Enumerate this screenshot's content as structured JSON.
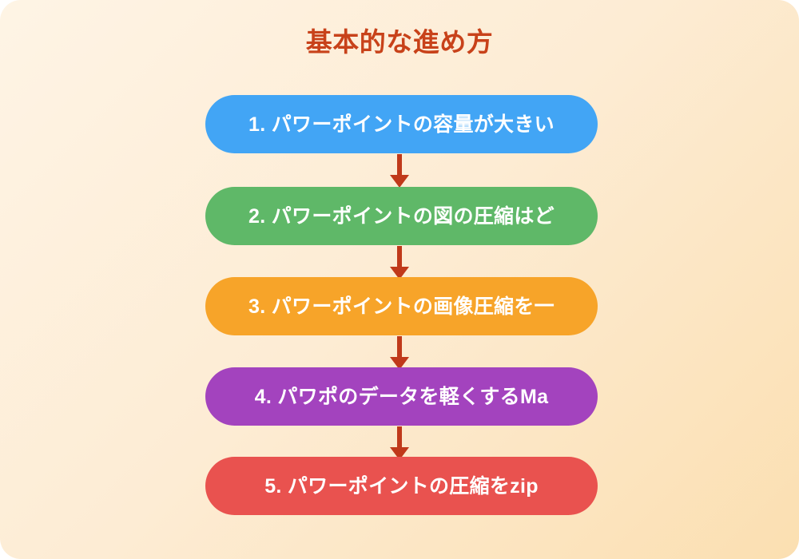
{
  "diagram": {
    "title": "基本的な進め方",
    "title_color": "#c8421a",
    "background_from": "#fef4e5",
    "background_to": "#fbdfb1",
    "arrow_color": "#c0391a",
    "steps": [
      {
        "number": "1.",
        "label": "1. パワーポイントの容量が大きい",
        "color": "#42a5f5",
        "text_color": "#ffffff"
      },
      {
        "number": "2.",
        "label": "2. パワーポイントの図の圧縮はど",
        "color": "#5fb868",
        "text_color": "#ffffff"
      },
      {
        "number": "3.",
        "label": "3. パワーポイントの画像圧縮を一",
        "color": "#f7a429",
        "text_color": "#ffffff"
      },
      {
        "number": "4.",
        "label": "4. パワポのデータを軽くするMa",
        "color": "#a343be",
        "text_color": "#ffffff"
      },
      {
        "number": "5.",
        "label": "5. パワーポイントの圧縮をzip",
        "color": "#e9524f",
        "text_color": "#ffffff"
      }
    ],
    "connectors": [
      {
        "from": "1",
        "to": "2",
        "icon": "arrow-down-icon"
      },
      {
        "from": "2",
        "to": "3",
        "icon": "arrow-down-icon"
      },
      {
        "from": "3",
        "to": "4",
        "icon": "arrow-down-icon"
      },
      {
        "from": "4",
        "to": "5",
        "icon": "arrow-down-icon"
      }
    ]
  },
  "chart_data": {
    "type": "diagram",
    "subtype": "vertical-flowchart",
    "title": "基本的な進め方",
    "orientation": "top-to-bottom",
    "node_count": 5,
    "nodes": [
      {
        "index": 1,
        "text": "1. パワーポイントの容量が大きい",
        "fill": "#42a5f5"
      },
      {
        "index": 2,
        "text": "2. パワーポイントの図の圧縮はど",
        "fill": "#5fb868"
      },
      {
        "index": 3,
        "text": "3. パワーポイントの画像圧縮を一",
        "fill": "#f7a429"
      },
      {
        "index": 4,
        "text": "4. パワポのデータを軽くするMa",
        "fill": "#a343be"
      },
      {
        "index": 5,
        "text": "5. パワーポイントの圧縮をzip",
        "fill": "#e9524f"
      }
    ],
    "edges": [
      {
        "from": 1,
        "to": 2
      },
      {
        "from": 2,
        "to": 3
      },
      {
        "from": 3,
        "to": 4
      },
      {
        "from": 4,
        "to": 5
      }
    ]
  }
}
